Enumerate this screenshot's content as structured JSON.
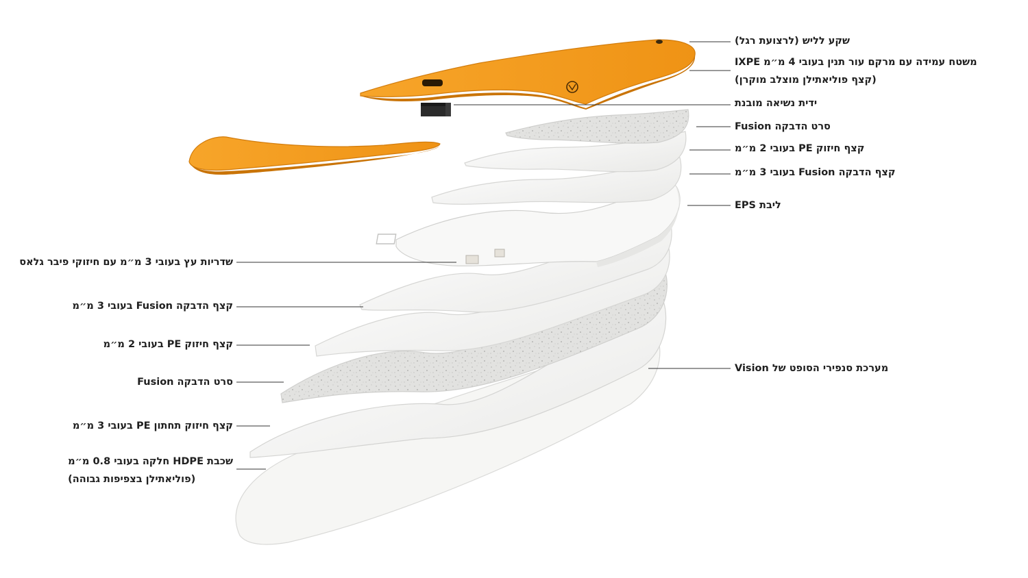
{
  "colors": {
    "foam_orange": "#f29a1c",
    "foam_orange_dark": "#d9800f",
    "foam_white": "#f4f4f2",
    "foam_grey": "#e4e4e2",
    "handle": "#232323",
    "leader": "#333333"
  },
  "labels_right": [
    {
      "lines": [
        "שקע לליש (לרצועת רגל)"
      ]
    },
    {
      "lines": [
        "משטח עמידה עם מרקם עור תנין בעובי 4 מ״מ IXPE",
        "(קצף פוליאתילן מוצלב מוקרן)"
      ]
    },
    {
      "lines": [
        "ידית נשיאה מובנת"
      ]
    },
    {
      "lines": [
        "סרט הדבקה Fusion"
      ]
    },
    {
      "lines": [
        "קצף חיזוק PE בעובי 2 מ״מ"
      ]
    },
    {
      "lines": [
        "קצף הדבקה Fusion בעובי 3 מ״מ"
      ]
    },
    {
      "lines": [
        "ליבת EPS"
      ]
    },
    {
      "lines": [
        "מערכת סנפירי הסופט של Vision"
      ]
    }
  ],
  "labels_left": [
    {
      "lines": [
        "שדריות עץ בעובי 3 מ״מ עם חיזוקי פיבר גלאס"
      ]
    },
    {
      "lines": [
        "קצף הדבקה Fusion בעובי 3 מ״מ"
      ]
    },
    {
      "lines": [
        "קצף חיזוק PE בעובי 2 מ״מ"
      ]
    },
    {
      "lines": [
        "סרט הדבקה Fusion"
      ]
    },
    {
      "lines": [
        "קצף חיזוק תחתון PE בעובי 3 מ״מ"
      ]
    },
    {
      "lines": [
        "שכבת HDPE חלקה בעובי 0.8 מ״מ",
        "(פוליאתילן בצפיפות גבוהה)"
      ]
    }
  ]
}
